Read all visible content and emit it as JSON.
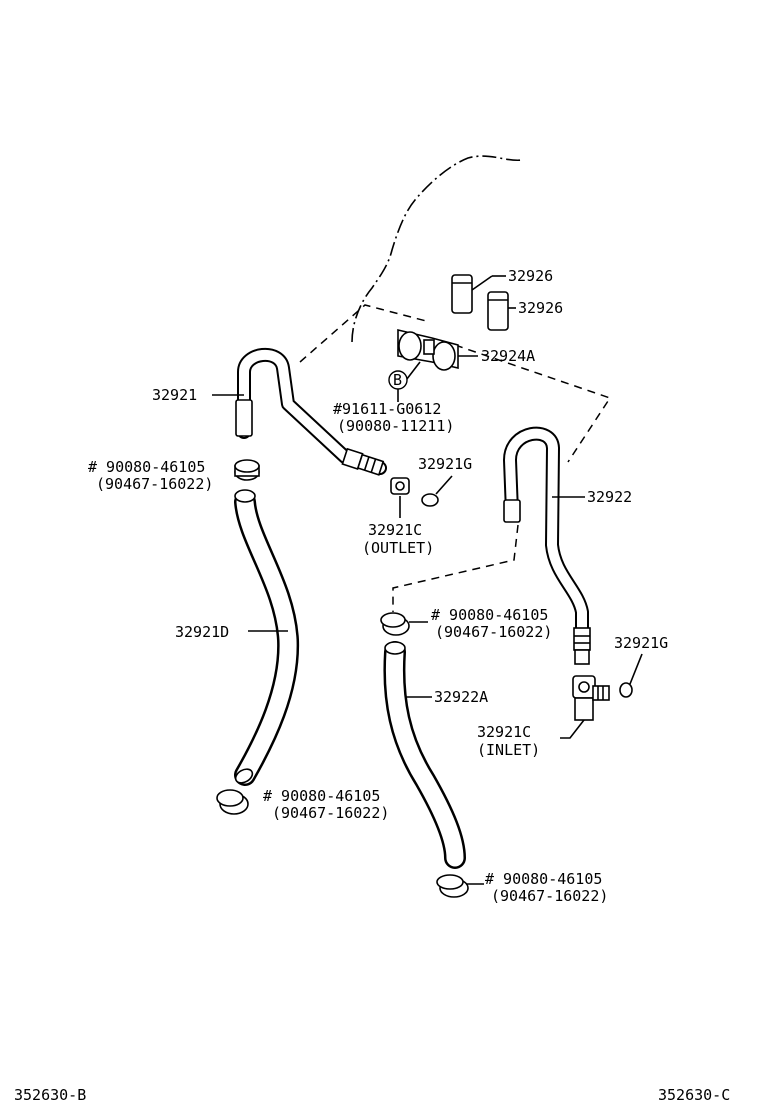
{
  "diagram": {
    "footer": {
      "left_code": "352630-B",
      "right_code": "352630-C"
    },
    "labels": {
      "p32926_top": "32926",
      "p32926_mid": "32926",
      "p32924A": "32924A",
      "circle_b": "B",
      "p91611_line1": "#91611-G0612",
      "p91611_line2": "(90080-11211)",
      "p32921": "32921",
      "clamp_upper_left_line1": "# 90080-46105",
      "clamp_upper_left_line2": "(90467-16022)",
      "p32921G_upper": "32921G",
      "p32922": "32922",
      "p32921C_outlet_line1": "32921C",
      "p32921C_outlet_line2": "(OUTLET)",
      "p32921D": "32921D",
      "clamp_mid_right_line1": "# 90080-46105",
      "clamp_mid_right_line2": "(90467-16022)",
      "p32921G_lower": "32921G",
      "p32922A": "32922A",
      "p32921C_inlet_line1": "32921C",
      "p32921C_inlet_line2": "(INLET)",
      "clamp_bottom_left_line1": "# 90080-46105",
      "clamp_bottom_left_line2": "(90467-16022)",
      "clamp_bottom_right_line1": "# 90080-46105",
      "clamp_bottom_right_line2": "(90467-16022)"
    }
  }
}
